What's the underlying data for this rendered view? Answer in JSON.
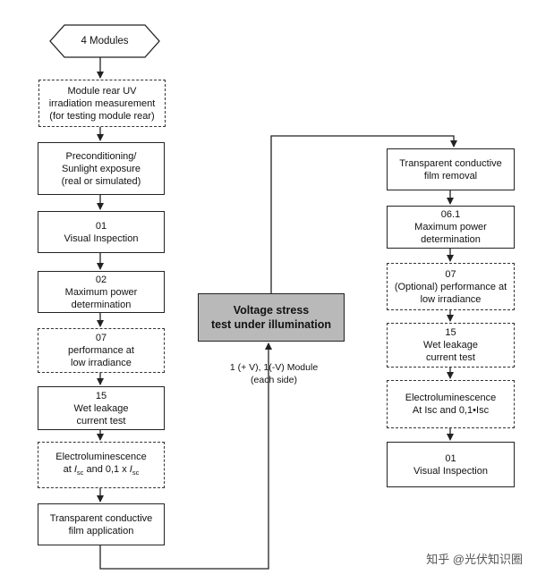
{
  "left_column": {
    "start": "4 Modules",
    "uv": "Module rear UV\nirradiation measurement\n(for testing module rear)",
    "precond": "Preconditioning/\nSunlight exposure\n(real or simulated)",
    "visual": "01\nVisual Inspection",
    "maxpower": "02\nMaximum power\ndetermination",
    "lowirr": "07\nperformance at\nlow irradiance",
    "wetleak": "15\nWet leakage\ncurrent test",
    "el": {
      "line1": "Electroluminescence",
      "at": "at ",
      "i1": "I",
      "sub1": "sc",
      "and": " and 0,1 x ",
      "i2": "I",
      "sub2": "sc"
    },
    "film_app": "Transparent conductive\nfilm application"
  },
  "center": {
    "stress": "Voltage stress\ntest under illumination",
    "note": "1 (+ V), 1(-V) Module\n(each side)"
  },
  "right_column": {
    "film_removal": "Transparent conductive\nfilm removal",
    "maxpower": "06.1\nMaximum power\ndetermination",
    "lowirr": "07\n(Optional) performance at\nlow irradiance",
    "wetleak": "15\nWet leakage\ncurrent test",
    "el": "Electroluminescence\nAt Isc and 0,1•Isc",
    "visual": "01\nVisual Inspection"
  },
  "watermark": "知乎 @光伏知识圈"
}
